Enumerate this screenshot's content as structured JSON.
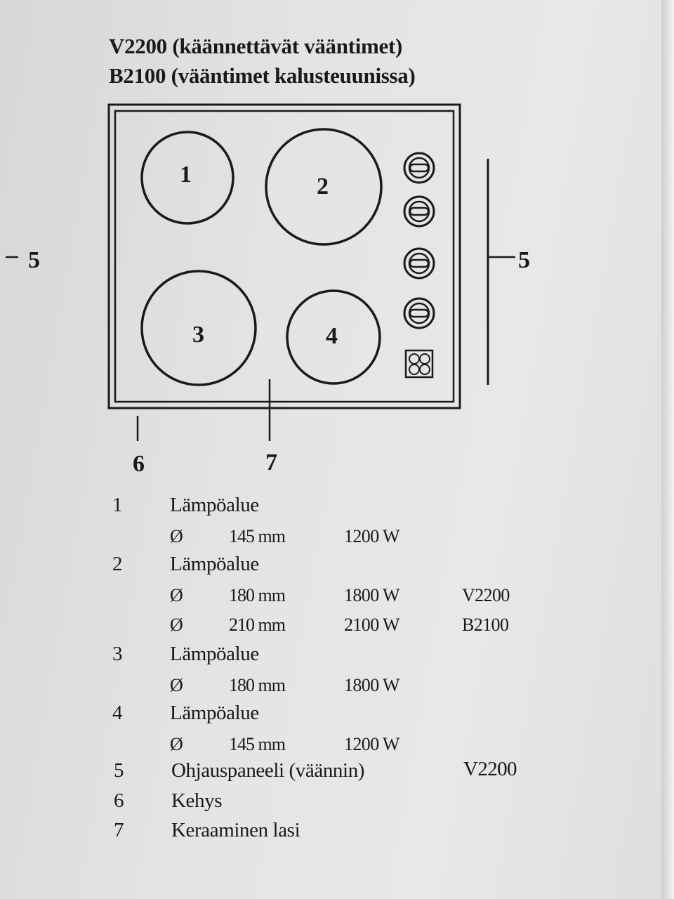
{
  "header": {
    "line1": "V2200 (käännettävät vääntimet)",
    "line2": "B2100 (vääntimet kalusteuunissa)"
  },
  "diagram": {
    "zone_labels": [
      "1",
      "2",
      "3",
      "4"
    ],
    "left_callout": "5",
    "right_callout": "5",
    "frame_callout": "6",
    "glass_callout": "7"
  },
  "legend": [
    {
      "num": "1",
      "name": "Lämpöalue",
      "specs": [
        {
          "sym": "Ø",
          "dia": "145 mm",
          "pow": "1200 W",
          "model": ""
        }
      ]
    },
    {
      "num": "2",
      "name": "Lämpöalue",
      "specs": [
        {
          "sym": "Ø",
          "dia": "180 mm",
          "pow": "1800 W",
          "model": "V2200"
        },
        {
          "sym": "Ø",
          "dia": "210 mm",
          "pow": "2100 W",
          "model": "B2100"
        }
      ]
    },
    {
      "num": "3",
      "name": "Lämpöalue",
      "specs": [
        {
          "sym": "Ø",
          "dia": "180 mm",
          "pow": "1800 W",
          "model": ""
        }
      ]
    },
    {
      "num": "4",
      "name": "Lämpöalue",
      "specs": [
        {
          "sym": "Ø",
          "dia": "145 mm",
          "pow": "1200 W",
          "model": ""
        }
      ]
    },
    {
      "num": "5",
      "name": "Ohjauspaneeli (väännin)",
      "model": "V2200"
    },
    {
      "num": "6",
      "name": "Kehys"
    },
    {
      "num": "7",
      "name": "Keraaminen lasi"
    }
  ]
}
